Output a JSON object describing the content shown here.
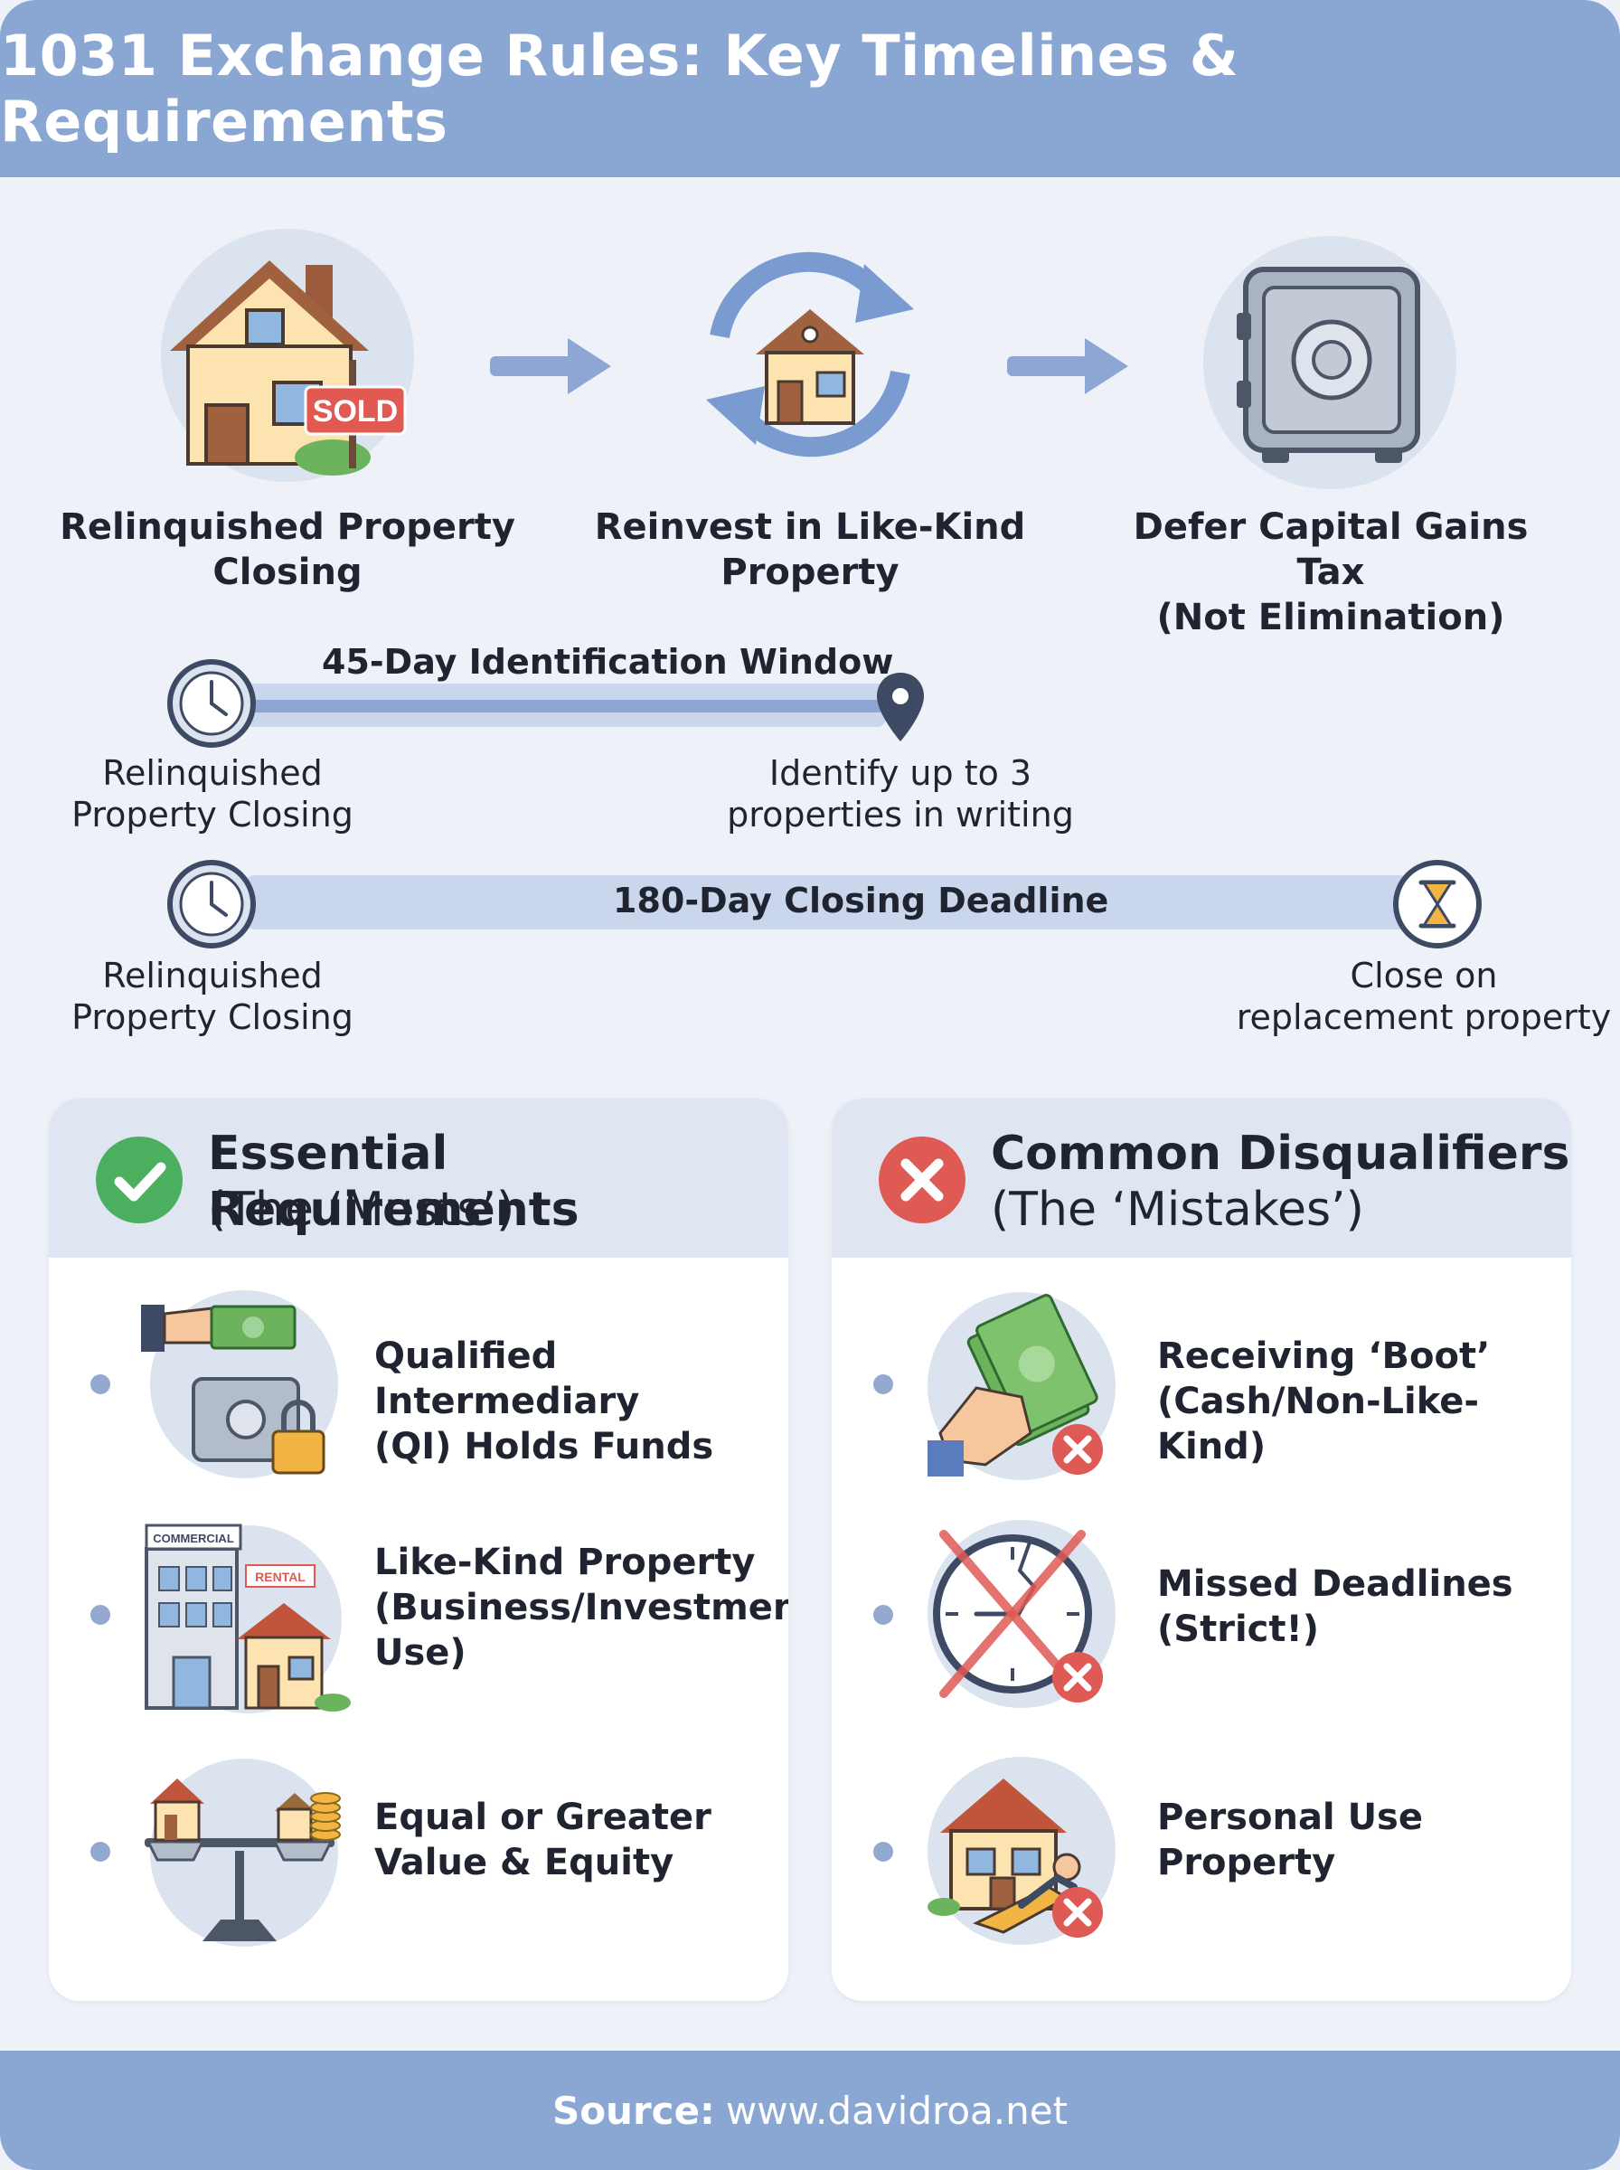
{
  "header": {
    "title": "1031 Exchange Rules: Key Timelines & Requirements"
  },
  "process": [
    {
      "line1": "Relinquished Property",
      "line2": "Closing",
      "icon": "house-sold-icon"
    },
    {
      "line1": "Reinvest in Like-Kind",
      "line2": "Property",
      "icon": "house-cycle-icon"
    },
    {
      "line1": "Defer Capital Gains Tax",
      "line2": "(Not Elimination)",
      "icon": "safe-icon"
    }
  ],
  "timeline45": {
    "title": "45-Day Identification Window",
    "start_line1": "Relinquished",
    "start_line2": "Property Closing",
    "end_line1": "Identify up to 3",
    "end_line2": "properties in writing"
  },
  "timeline180": {
    "title": "180-Day Closing Deadline",
    "start_line1": "Relinquished",
    "start_line2": "Property Closing",
    "end_line1": "Close on",
    "end_line2": "replacement property"
  },
  "requirements": {
    "title": "Essential Requirements",
    "subtitle": "(The ‘Musts’)",
    "items": [
      {
        "line1": "Qualified Intermediary",
        "line2": "(QI) Holds Funds",
        "line3": ""
      },
      {
        "line1": "Like-Kind Property",
        "line2": "(Business/Investment",
        "line3": "Use)",
        "sign_commercial": "COMMERCIAL",
        "sign_rental": "RENTAL"
      },
      {
        "line1": "Equal or Greater",
        "line2": "Value & Equity",
        "line3": ""
      }
    ]
  },
  "disqualifiers": {
    "title": "Common Disqualifiers",
    "subtitle": "(The ‘Mistakes’)",
    "items": [
      {
        "line1": "Receiving ‘Boot’",
        "line2": "(Cash/Non-Like-Kind)"
      },
      {
        "line1": "Missed Deadlines",
        "line2": "(Strict!)"
      },
      {
        "line1": "Personal Use",
        "line2": "Property"
      }
    ]
  },
  "sold_sign": "SOLD",
  "footer": {
    "label": "Source:",
    "url": "www.davidroa.net"
  },
  "colors": {
    "header": "#8aa7d4",
    "check": "#4caf60",
    "cross": "#e05a55",
    "bar": "#c9d6ec",
    "bar_dark": "#8ea6d3"
  }
}
